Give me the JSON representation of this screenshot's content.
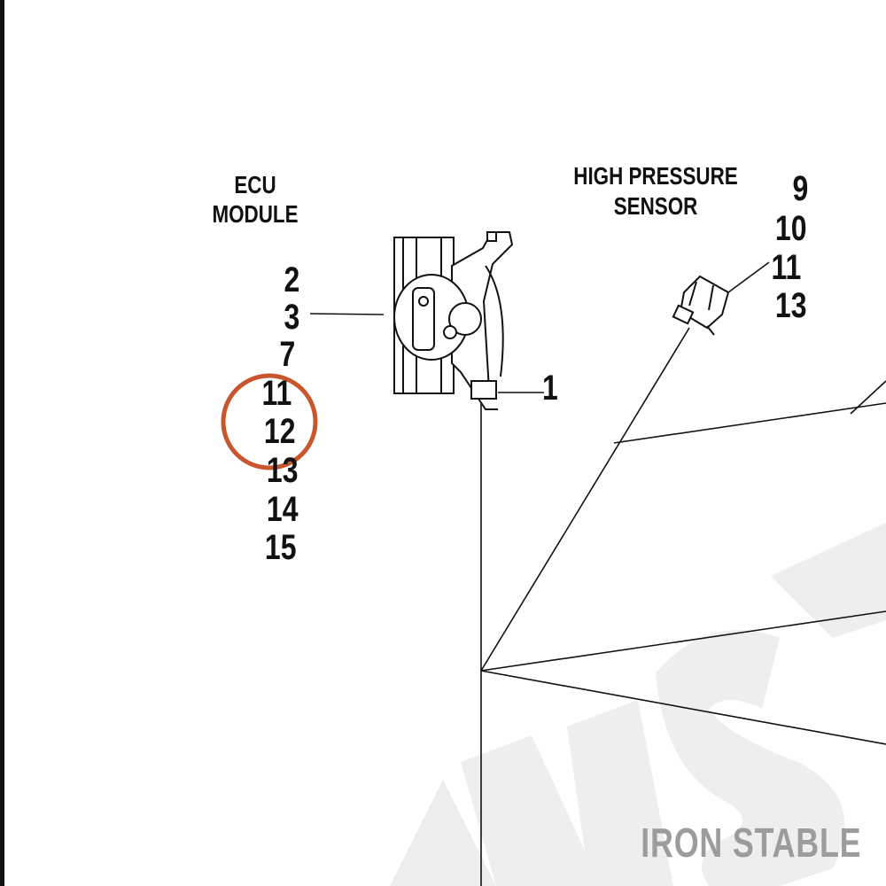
{
  "diagram": {
    "groups": {
      "ecu": {
        "title_line1": "ECU",
        "title_line2": "MODULE",
        "numbers": [
          "2",
          "3",
          "7",
          "11",
          "12",
          "13",
          "14",
          "15"
        ],
        "highlighted": "12"
      },
      "sensor": {
        "title_line1": "HIGH PRESSURE",
        "title_line2": "SENSOR",
        "numbers": [
          "9",
          "10",
          "11",
          "13"
        ]
      },
      "part": {
        "number": "1"
      }
    },
    "watermark": "IRON STABLE",
    "colors": {
      "ink": "#111111",
      "highlight_circle": "#c8552c",
      "watermark_text": "#9c9c9c",
      "watermark_bg": "#eeeeee"
    }
  }
}
